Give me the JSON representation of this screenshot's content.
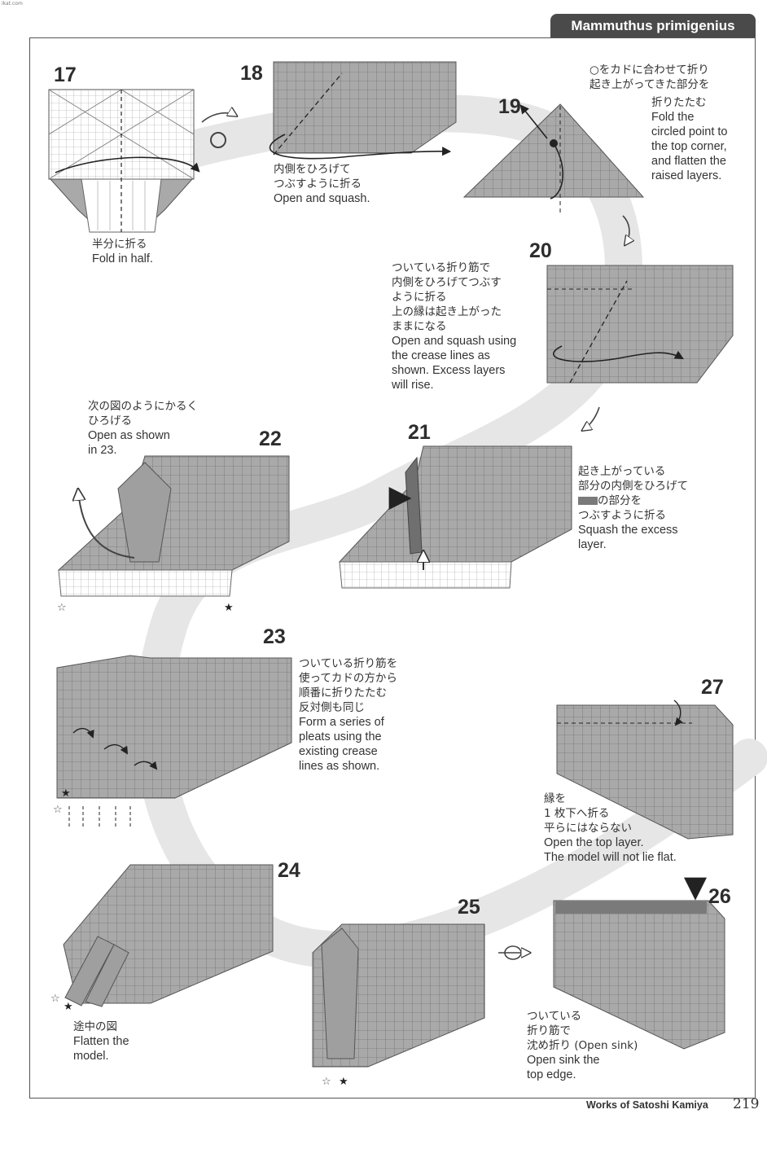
{
  "page": {
    "site_tag": "ikat.com",
    "title": "Mammuthus primigenius",
    "footer": "Works of Satoshi Kamiya",
    "page_number": "219"
  },
  "steps": {
    "s17": {
      "num": "17",
      "jp": "半分に折る",
      "en": "Fold in half."
    },
    "s18": {
      "num": "18",
      "jp1": "内側をひろげて",
      "jp2": "つぶすように折る",
      "en": "Open and squash."
    },
    "s19": {
      "num": "19",
      "jp1": "○をカドに合わせて折り",
      "jp2": "起き上がってきた部分を",
      "jp3": "折りたたむ",
      "en1": "Fold the",
      "en2": "circled point to",
      "en3": "the top corner,",
      "en4": "and flatten the",
      "en5": "raised layers."
    },
    "s20": {
      "num": "20",
      "jp1": "ついている折り筋で",
      "jp2": "内側をひろげてつぶす",
      "jp3": "ように折る",
      "jp4": "上の縁は起き上がった",
      "jp5": "ままになる",
      "en1": "Open and squash using",
      "en2": "the crease lines as",
      "en3": "shown. Excess layers",
      "en4": "will rise."
    },
    "s21": {
      "num": "21",
      "jp1": "起き上がっている",
      "jp2": "部分の内側をひろげて",
      "jp3": "の部分を",
      "jp4": "つぶすように折る",
      "en1": "Squash the excess",
      "en2": "layer."
    },
    "s22": {
      "num": "22",
      "jp1": "次の図のようにかるく",
      "jp2": "ひろげる",
      "en1": "Open as shown",
      "en2": "in 23."
    },
    "s23": {
      "num": "23",
      "jp1": "ついている折り筋を",
      "jp2": "使ってカドの方から",
      "jp3": "順番に折りたたむ",
      "jp4": "反対側も同じ",
      "en1": "Form a series of",
      "en2": "pleats using the",
      "en3": "existing crease",
      "en4": "lines as shown."
    },
    "s24": {
      "num": "24",
      "jp": "途中の図",
      "en1": "Flatten the",
      "en2": "model."
    },
    "s25": {
      "num": "25"
    },
    "s26": {
      "num": "26",
      "jp1": "ついている",
      "jp2": "折り筋で",
      "jp3": "沈め折り (Open sink)",
      "en1": "Open sink the",
      "en2": "top edge."
    },
    "s27": {
      "num": "27",
      "jp1": "縁を",
      "jp2": "1 枚下へ折る",
      "jp3": "平らにはならない",
      "en1": "Open the top layer.",
      "en2": "The model will not lie flat."
    }
  },
  "colors": {
    "paper": "#a9a9a9",
    "paper_dark": "#8a8a8a",
    "paper_light": "#ececec",
    "track": "#e5e5e5",
    "ink": "#333333",
    "tab": "#4a4a4a"
  }
}
